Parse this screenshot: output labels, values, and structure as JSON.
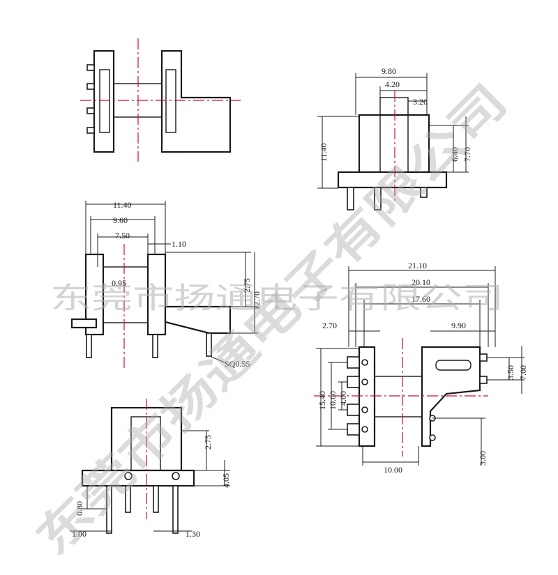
{
  "watermark": {
    "diagonal_text": "东莞市扬通电子有限公司",
    "horizontal_text": "东莞市扬通电子有限公司"
  },
  "side_view_right": {
    "dims": {
      "width_total": "9.80",
      "width_inner": "4.20",
      "offset": "3.20",
      "height_total": "11.40",
      "height_a": "6.40",
      "height_b": "7.70"
    }
  },
  "front_view_left": {
    "dims": {
      "width_total": "11.40",
      "width_mid": "9.60",
      "width_inner": "7.50",
      "flange": "1.10",
      "pin_dia": "0.95",
      "height_a": "2.75",
      "height_b": "12.70",
      "pin_sq": "SQ0.55"
    }
  },
  "top_view_right": {
    "dims": {
      "length_total": "21.10",
      "length_b": "20.10",
      "length_c": "17.60",
      "left_offset": "2.70",
      "right_block": "9.90",
      "height_total": "15.40",
      "pitch_a": "10.00",
      "pitch_b": "4.00",
      "right_pitch": "3.50",
      "right_total": "7.00",
      "bottom_len": "10.00",
      "bottom_pin": "3.00"
    }
  },
  "end_view_bottom": {
    "dims": {
      "height_a": "2.75",
      "height_b": "4.05",
      "pin_len": "0.80",
      "pitch": "1.00",
      "spacing": "1.30"
    }
  }
}
